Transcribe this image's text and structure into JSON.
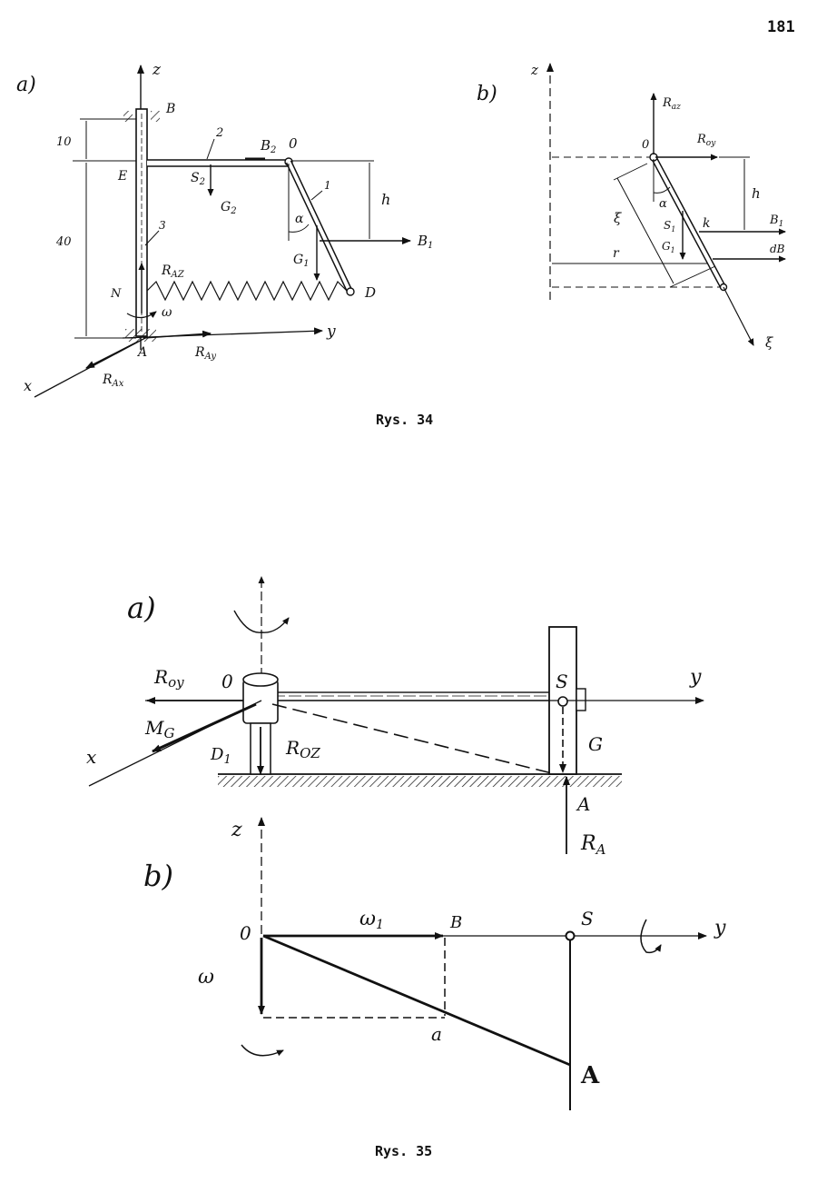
{
  "page_number": "181",
  "fig34": {
    "caption": "Rys. 34",
    "a": {
      "panel": "a)",
      "axis_z": "z",
      "axis_y": "y",
      "axis_x": "x",
      "pt_B": "B",
      "pt_E": "E",
      "pt_B2": "B",
      "pt_B2_sub": "2",
      "pt_O": "0",
      "pt_D": "D",
      "pt_A": "A",
      "pt_N": "N",
      "omega": "ω",
      "rod1": "1",
      "rod2": "2",
      "rod3": "3",
      "S2": "S",
      "S2_sub": "2",
      "G2": "G",
      "G2_sub": "2",
      "G1": "G",
      "G1_sub": "1",
      "B1": "B",
      "B1_sub": "1",
      "RAZ": "R",
      "RAZ_sub": "AZ",
      "RAy": "R",
      "RAy_sub": "Ay",
      "RAx": "R",
      "RAx_sub": "Ax",
      "alpha": "α",
      "h": "h",
      "dim_10": "10",
      "dim_40": "40"
    },
    "b": {
      "panel": "b)",
      "axis_z": "z",
      "pt_O": "0",
      "Raz": "R",
      "Raz_sub": "az",
      "Roy": "R",
      "Roy_sub": "oy",
      "h": "h",
      "k": "k",
      "B1": "B",
      "B1_sub": "1",
      "dB": "dB",
      "S1": "S",
      "S1_sub": "1",
      "G1": "G",
      "G1_sub": "1",
      "alpha": "α",
      "xi": "ξ",
      "xi2": "ξ",
      "r": "r"
    }
  },
  "fig35": {
    "caption": "Rys. 35",
    "a": {
      "panel": "a)",
      "Roy": "R",
      "Roy_sub": "oy",
      "O": "0",
      "Mg": "M",
      "Mg_sub": "G",
      "x": "x",
      "D1": "D",
      "D1_sub": "1",
      "Roz": "R",
      "Roz_sub": "OZ",
      "S": "S",
      "G": "G",
      "y": "y",
      "A": "A",
      "RA": "R",
      "RA_sub": "A"
    },
    "b": {
      "panel": "b)",
      "z": "z",
      "O": "0",
      "omega1": "ω",
      "omega1_sub": "1",
      "B": "B",
      "S": "S",
      "y": "y",
      "omega": "ω",
      "a": "a",
      "A": "A"
    }
  }
}
